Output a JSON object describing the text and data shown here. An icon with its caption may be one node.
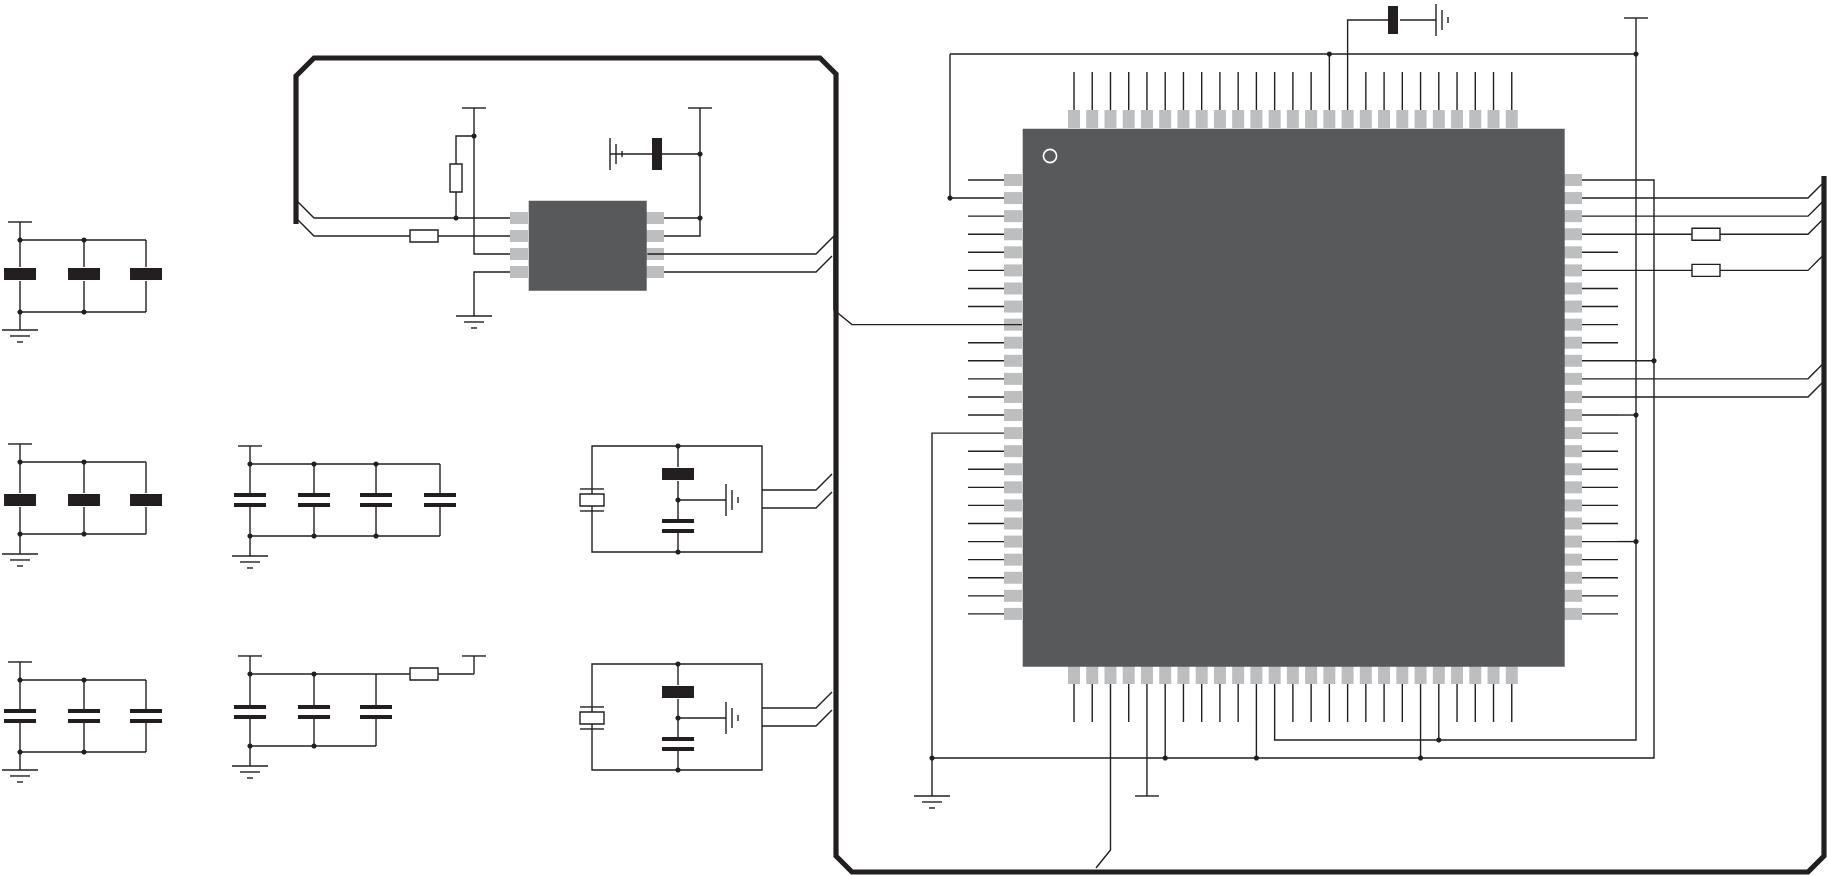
{
  "diagram": {
    "nodes": [
      {
        "text": [],
        "shape": "box"
      },
      {
        "text": [],
        "shape": "box"
      }
    ],
    "edges": [
      {
        "from": 0,
        "to": 1,
        "arrow": "none"
      }
    ]
  }
}
